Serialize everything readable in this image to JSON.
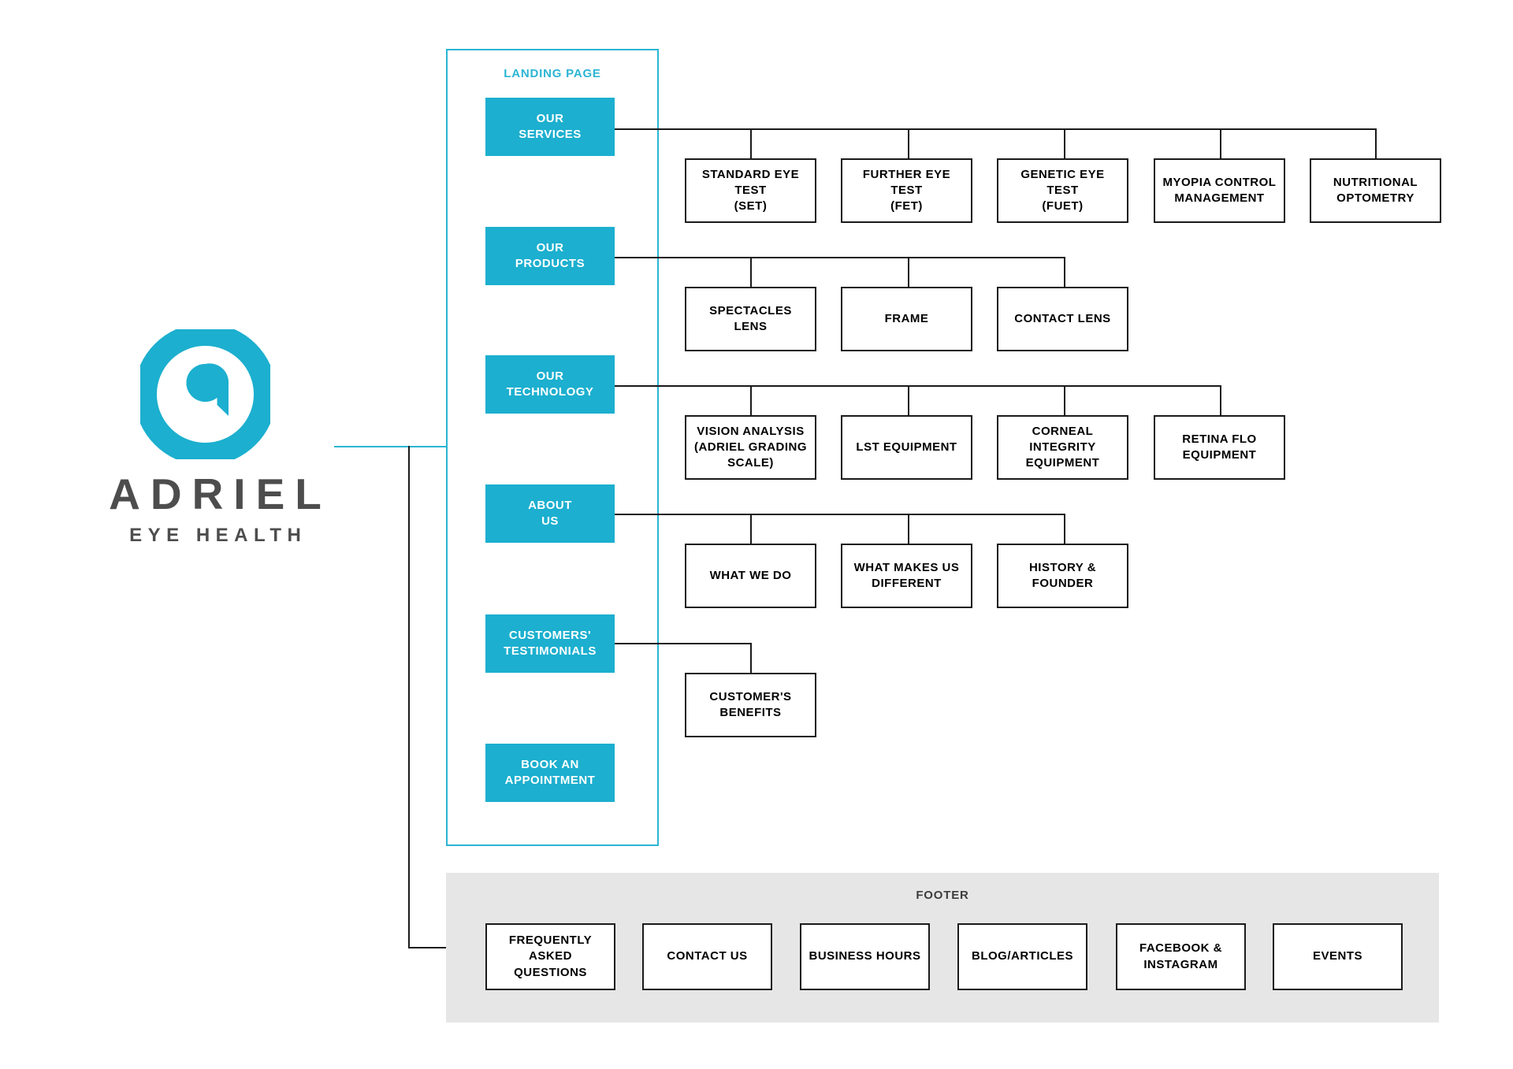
{
  "brand": {
    "logo_icon": "adriel-circle-eye-logo",
    "name": "ADRIEL",
    "tagline": "EYE HEALTH",
    "accent_color": "#1cafcf",
    "wordmark_color": "#4d4d4d"
  },
  "landing": {
    "label": "LANDING PAGE",
    "border_color": "#2bb5d3",
    "sections": [
      {
        "id": "our-services",
        "label": "OUR\nSERVICES",
        "line1": "OUR",
        "line2": "SERVICES"
      },
      {
        "id": "our-products",
        "label": "OUR\nPRODUCTS",
        "line1": "OUR",
        "line2": "PRODUCTS"
      },
      {
        "id": "our-technology",
        "label": "OUR\nTECHNOLOGY",
        "line1": "OUR",
        "line2": "TECHNOLOGY"
      },
      {
        "id": "about-us",
        "label": "ABOUT\nUS",
        "line1": "ABOUT",
        "line2": "US"
      },
      {
        "id": "customers-testimonials",
        "label": "CUSTOMERS'\nTESTIMONIALS",
        "line1": "CUSTOMERS'",
        "line2": "TESTIMONIALS"
      },
      {
        "id": "book-an-appointment",
        "label": "BOOK AN\nAPPOINTMENT",
        "line1": "BOOK AN",
        "line2": "APPOINTMENT"
      }
    ]
  },
  "branches": {
    "services": [
      {
        "line1": "STANDARD EYE TEST",
        "line2": "(SET)"
      },
      {
        "line1": "FURTHER EYE TEST",
        "line2": "(FET)"
      },
      {
        "line1": "GENETIC EYE TEST",
        "line2": "(FUET)"
      },
      {
        "line1": "MYOPIA CONTROL",
        "line2": "MANAGEMENT"
      },
      {
        "line1": "NUTRITIONAL",
        "line2": "OPTOMETRY"
      }
    ],
    "products": [
      {
        "line1": "SPECTACLES",
        "line2": "LENS"
      },
      {
        "line1": "FRAME",
        "line2": ""
      },
      {
        "line1": "CONTACT LENS",
        "line2": ""
      }
    ],
    "technology": [
      {
        "line1": "VISION ANALYSIS",
        "line2": "(ADRIEL GRADING",
        "line3": "SCALE)"
      },
      {
        "line1": "LST EQUIPMENT",
        "line2": ""
      },
      {
        "line1": "CORNEAL INTEGRITY",
        "line2": "EQUIPMENT"
      },
      {
        "line1": "RETINA FLO",
        "line2": "EQUIPMENT"
      }
    ],
    "about": [
      {
        "line1": "WHAT WE DO",
        "line2": ""
      },
      {
        "line1": "WHAT MAKES US",
        "line2": "DIFFERENT"
      },
      {
        "line1": "HISTORY &",
        "line2": "FOUNDER"
      }
    ],
    "testimonials": [
      {
        "line1": "CUSTOMER'S",
        "line2": "BENEFITS"
      }
    ]
  },
  "footer": {
    "label": "FOOTER",
    "background_color": "#e6e6e6",
    "items": [
      {
        "line1": "FREQUENTLY ASKED",
        "line2": "QUESTIONS"
      },
      {
        "line1": "CONTACT US",
        "line2": ""
      },
      {
        "line1": "BUSINESS HOURS",
        "line2": ""
      },
      {
        "line1": "BLOG/ARTICLES",
        "line2": ""
      },
      {
        "line1": "FACEBOOK &",
        "line2": "INSTAGRAM"
      },
      {
        "line1": "EVENTS",
        "line2": ""
      }
    ]
  }
}
